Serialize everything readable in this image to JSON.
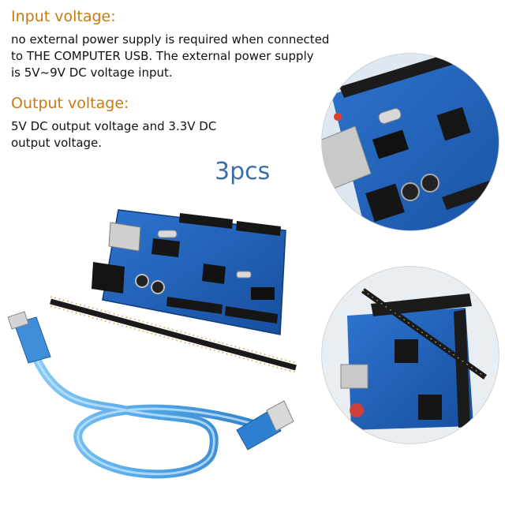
{
  "input": {
    "heading": "Input voltage:",
    "line1": "no external power supply is required when connected",
    "line2": "to THE COMPUTER USB. The external power supply",
    "line3": "is 5V~9V DC voltage input."
  },
  "output": {
    "heading": "Output voltage:",
    "line1": "5V DC output voltage and 3.3V DC",
    "line2": "output voltage."
  },
  "quantity_label": "3pcs",
  "colors": {
    "heading": "#c67a12",
    "board_blue": "#1f5fb8",
    "cable_blue": "#4aa3e6",
    "quantity": "#3b6fa7"
  }
}
